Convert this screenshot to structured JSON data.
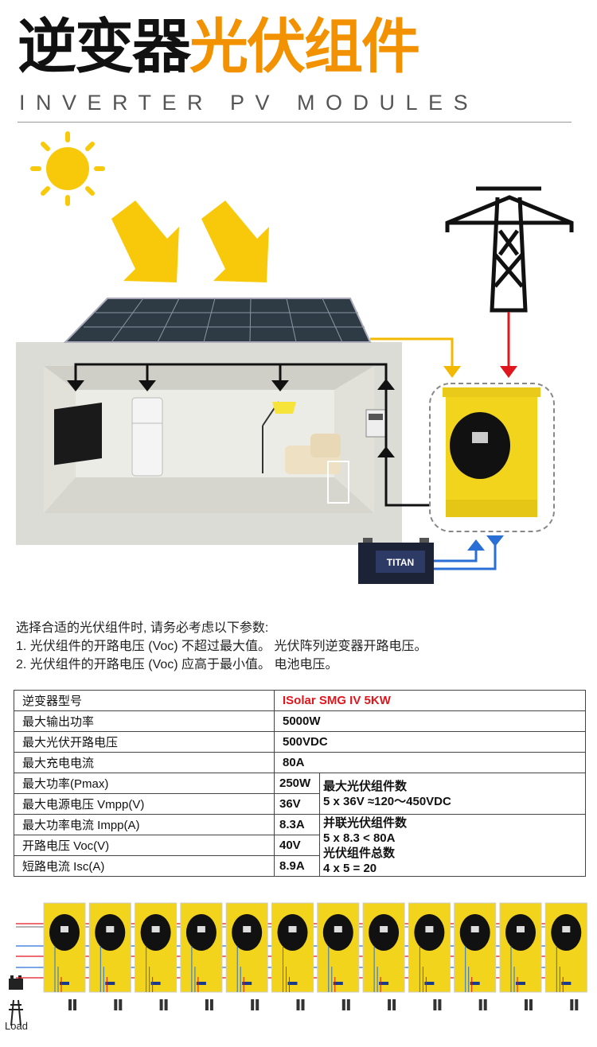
{
  "header": {
    "title_black": "逆变器",
    "title_orange": "光伏组件",
    "subtitle": "INVERTER PV MODULES"
  },
  "diagram": {
    "battery_brand": "TITAN",
    "inverter_count": 1
  },
  "notes": {
    "intro": "选择合适的光伏组件时, 请务必考虑以下参数:",
    "item1": "1. 光伏组件的开路电压 (Voc) 不超过最大值。 光伏阵列逆变器开路电压。",
    "item2": "2. 光伏组件的开路电压 (Voc) 应高于最小值。 电池电压。"
  },
  "table": {
    "rows": [
      {
        "label": "逆变器型号",
        "value": "ISolar SMG IV 5KW"
      },
      {
        "label": "最大输出功率",
        "value": "5000W"
      },
      {
        "label": "最大光伏开路电压",
        "value": "500VDC"
      },
      {
        "label": "最大充电电流",
        "value": "80A"
      },
      {
        "label": "最大功率(Pmax)",
        "value": "250W"
      },
      {
        "label": "最大电源电压 Vmpp(V)",
        "value": "36V"
      },
      {
        "label": "最大功率电流 Impp(A)",
        "value": "8.3A"
      },
      {
        "label": "开路电压 Voc(V)",
        "value": "40V"
      },
      {
        "label": "短路电流 Isc(A)",
        "value": "8.9A"
      }
    ],
    "series_note": {
      "title": "最大光伏组件数",
      "formula": "5 x 36V ≈120～450VDC"
    },
    "parallel_note": {
      "title": "并联光伏组件数",
      "formula": "5 x 8.3 < 80A",
      "total_title": "光伏组件总数",
      "total_formula": "4 x 5 = 20"
    }
  },
  "bank": {
    "inverter_count": 12,
    "load_label": "Load"
  },
  "colors": {
    "accent_orange": "#f39200",
    "inverter_yellow": "#f2d41c",
    "wire_red": "#e0161d",
    "wire_blue": "#2a6fd6",
    "pv_wire": "#f3b800"
  }
}
